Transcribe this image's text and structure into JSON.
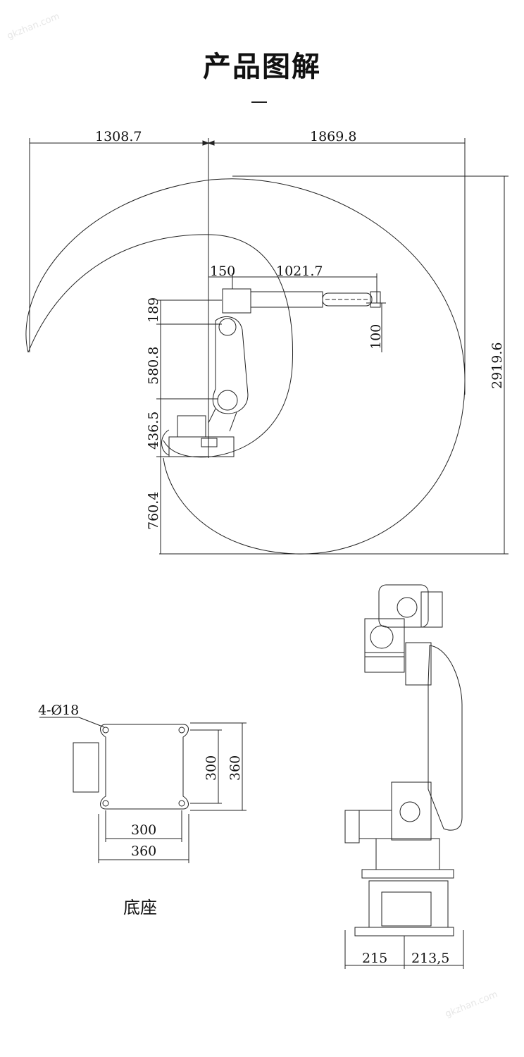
{
  "title": "产品图解",
  "watermark": "gkzhan.com",
  "work_envelope": {
    "reach_left": "1308.7",
    "reach_right": "1869.8",
    "shoulder_offset": "150",
    "forearm_length": "1021.7",
    "wrist_length": "100",
    "upper_height": "189",
    "arm_length": "580.8",
    "base_height": "436.5",
    "lower_reach": "760.4",
    "total_height": "2919.6"
  },
  "base_plan": {
    "hole_spec": "4-Ø18",
    "inner_h": "300",
    "outer_h": "360",
    "inner_w": "300",
    "outer_w": "360",
    "label": "底座"
  },
  "side_view": {
    "left": "215",
    "right": "213,5"
  }
}
